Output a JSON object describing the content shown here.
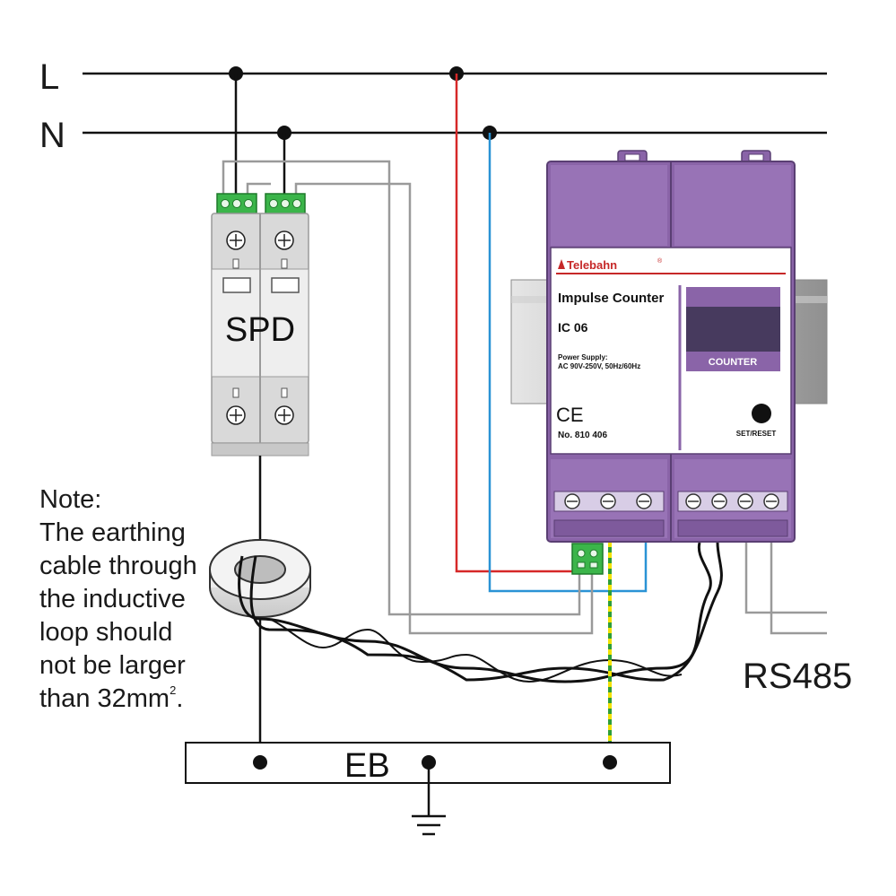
{
  "lines": {
    "L": "L",
    "N": "N"
  },
  "spd": {
    "label": "SPD"
  },
  "device": {
    "brand": "Telebahn",
    "brand_mark": "®",
    "name": "Impulse Counter",
    "model": "IC 06",
    "power_label": "Power Supply:",
    "power_value": "AC 90V-250V, 50Hz/60Hz",
    "ce": "CE",
    "serial": "No. 810 406",
    "counter_label": "COUNTER",
    "reset_label": "SET/RESET"
  },
  "note": {
    "lines": [
      "Note:",
      "The earthing",
      "cable through",
      "the inductive",
      "loop should",
      "not be larger",
      "than 32mm"
    ],
    "superscript": "2",
    "end": "."
  },
  "eb": {
    "label": "EB"
  },
  "rs485": {
    "label": "RS485"
  },
  "colors": {
    "wire_black": "#111111",
    "wire_red": "#d62828",
    "wire_blue": "#2a93d5",
    "wire_grey": "#9a9a9a",
    "earth_green": "#2e9e3a",
    "earth_yellow": "#f2e200",
    "device_purple": "#8a64a8",
    "device_purple_dark": "#6e4b8c",
    "terminal_green": "#3bb54a",
    "spd_grey": "#d9d9d9"
  }
}
